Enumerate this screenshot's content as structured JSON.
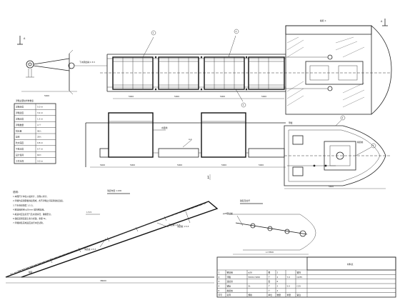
{
  "views": {
    "top": {
      "section_mark_left": "A",
      "section_mark_right": "A",
      "header_label": "拖船 1:",
      "callouts": [
        "1",
        "2",
        "3"
      ],
      "span_labels": [
        "5000",
        "5000",
        "5000",
        "5000"
      ],
      "left_dim": "5400",
      "side_note": "下水钢丝绳 1:5.5"
    },
    "elevation": {
      "title_mark": "1",
      "labels": [
        "水面线",
        "A-A"
      ],
      "dim_labels": [
        "5400",
        "5000",
        "5000",
        "5000",
        "5000"
      ]
    },
    "bow": {
      "callouts": [
        "4",
        "5"
      ],
      "labels": [
        "甲板",
        "拖缆桩"
      ],
      "dim": "5400"
    },
    "notes": {
      "heading": "说明：",
      "lines": [
        "1.本图尺寸单位以毫米计，高程以米计。",
        "2.浮箱均采用钢板焊接而成，各节浮箱之间采用铰接连接。",
        "3.下水滑道坡度 1:5.5。",
        "4.钢丝绳采用 φ28mm 镀锌钢丝绳。",
        "5.拖运时应注意天气及水流情况，确保安全。",
        "6.锚碇采用混凝土重力式锚，重量 5t。",
        "7.浮箱拼装完成后应进行水密试验。"
      ]
    },
    "slope": {
      "title": "滑道布置 1:200",
      "labels": [
        "1:5.5",
        "钢丝绳 1:5.5",
        "滑道底 1:5.5",
        "滑道板 1:5.5",
        "锚碇"
      ],
      "bottom_dim": "38000"
    },
    "anchor": {
      "title": "锚碇及拉杆",
      "dim": "L=3500",
      "note": "φ28钢丝绳"
    }
  },
  "spec_table": {
    "title": "浮箱主要技术参数表",
    "rows": [
      [
        "浮箱长度",
        "5.0 m"
      ],
      [
        "浮箱宽度",
        "3.2 m"
      ],
      [
        "浮箱高度",
        "1.5 m"
      ],
      [
        "浮箱数量",
        "4 个"
      ],
      [
        "排水量",
        "96 t"
      ],
      [
        "自重",
        "28 t"
      ],
      [
        "吃水深度",
        "0.8 m"
      ],
      [
        "干舷高度",
        "0.7 m"
      ],
      [
        "设计载荷",
        "60 t"
      ],
      [
        "工作水深",
        "3.0 m"
      ]
    ]
  },
  "title_block": {
    "rows": [
      [
        "1",
        "钢丝绳",
        "φ28",
        "根",
        "2",
        "",
        "镀锌"
      ],
      [
        "2",
        "浮箱",
        "5000×3200",
        "个",
        "4",
        "7.0",
        "Q235"
      ],
      [
        "3",
        "连接铰",
        "",
        "套",
        "6",
        "",
        ""
      ],
      [
        "4",
        "锚碇",
        "5t",
        "个",
        "2",
        "5.0",
        "C25"
      ],
      [
        "5",
        "拖缆桩",
        "",
        "个",
        "2",
        "",
        ""
      ],
      [
        "序号",
        "名称",
        "规格",
        "单位",
        "数量",
        "重量",
        "备注"
      ]
    ],
    "header_note": "材料表"
  }
}
